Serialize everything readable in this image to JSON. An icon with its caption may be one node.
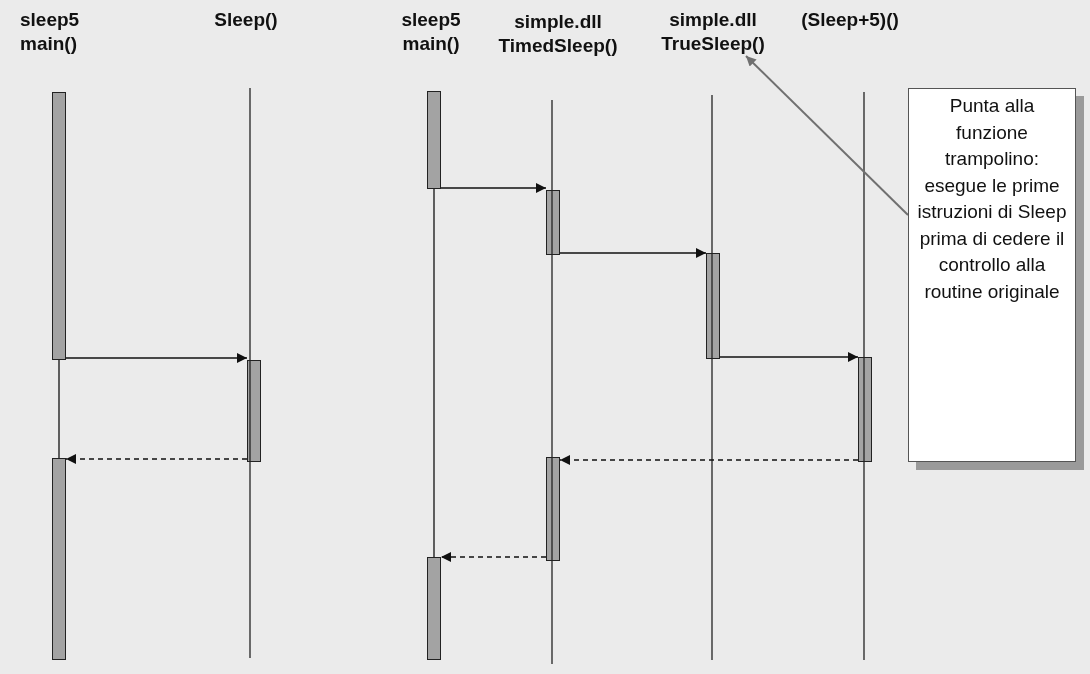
{
  "diagram": {
    "nodes": [
      {
        "text": [
          "sleep5 main()"
        ]
      },
      {
        "text": [
          "Sleep()"
        ]
      },
      {
        "text": [
          "sleep5 main()"
        ]
      },
      {
        "text": [
          "simple.dll TimedSleep()"
        ]
      },
      {
        "text": [
          "simple.dll TrueSleep()"
        ]
      },
      {
        "text": [
          "(Sleep+5)()"
        ]
      },
      {
        "text": [
          "Punta alla funzione trampolino: esegue le prime istruzioni di Sleep prima di cedere il controllo alla routine originale"
        ]
      },
      {
        "text": [],
        "shape": "bar"
      },
      {
        "text": [],
        "shape": "bar"
      },
      {
        "text": [],
        "shape": "bar"
      },
      {
        "text": [],
        "shape": "bar"
      },
      {
        "text": [],
        "shape": "bar"
      },
      {
        "text": [],
        "shape": "bar"
      },
      {
        "text": [],
        "shape": "bar"
      },
      {
        "text": [],
        "shape": "bar"
      },
      {
        "text": [],
        "shape": "bar"
      }
    ],
    "edges": [
      {
        "from": 7,
        "to": 9,
        "arrow": "to"
      },
      {
        "from": 9,
        "to": 8,
        "arrow": "to",
        "style": "dashed"
      },
      {
        "from": 10,
        "to": 12,
        "arrow": "to"
      },
      {
        "from": 12,
        "to": 14,
        "arrow": "to"
      },
      {
        "from": 14,
        "to": 15,
        "arrow": "to"
      },
      {
        "from": 15,
        "to": 13,
        "arrow": "to",
        "style": "dashed"
      },
      {
        "from": 13,
        "to": 11,
        "arrow": "to",
        "style": "dashed"
      },
      {
        "from": 6,
        "to": 4,
        "arrow": "to",
        "color": "#707070"
      },
      {
        "from": 7,
        "to": 8,
        "arrow": "none"
      },
      {
        "from": 10,
        "to": 11,
        "arrow": "none"
      }
    ]
  }
}
